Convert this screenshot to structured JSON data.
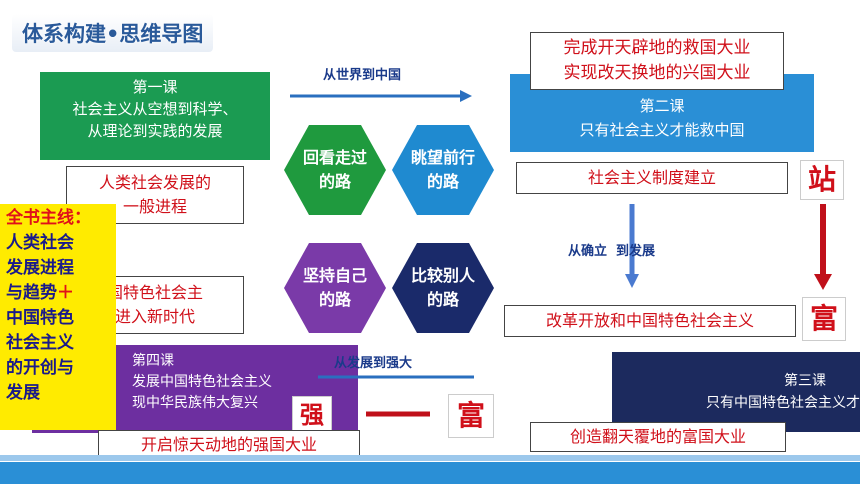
{
  "header": {
    "title": "体系构建•思维导图"
  },
  "lesson1": {
    "line1": "第一课",
    "line2": "社会主义从空想到科学、",
    "line3": "从理论到实践的发展"
  },
  "lesson1_note": {
    "line1": "人类社会发展的",
    "line2": "一般进程"
  },
  "lesson2": {
    "line1": "第二课",
    "line2": "只有社会主义才能救中国"
  },
  "lesson2_note": {
    "line1": "完成开天辟地的救国大业",
    "line2": "实现改天换地的兴国大业"
  },
  "system_note": "社会主义制度建立",
  "reform_note": "改革开放和中国特色社会主义",
  "lesson3": {
    "line1": "第三课",
    "line2": "只有中国特色社会主义才"
  },
  "lesson3_note": "创造翻天覆地的富国大业",
  "lesson4": {
    "line1": "第四课",
    "line2": "发展中国特色社会主义",
    "line3": "现中华民族伟大复兴"
  },
  "lesson4_note": "开启惊天动地的强国大业",
  "era_note": {
    "line1": "国特色社会主",
    "line2": "进入新时代"
  },
  "hexagons": {
    "top_left": "回看走过的路",
    "top_right": "眺望前行的路",
    "bottom_left": "坚持自己的路",
    "bottom_right": "比较别人的路"
  },
  "arrows": {
    "world_to_china": "从世界到中国",
    "establish_to_develop": "从确立  到发展",
    "develop_to_strong": "从发展到强大"
  },
  "main_thread": {
    "label": "全书主线",
    "colon": "：",
    "line1": "人类社会",
    "line2": "发展进程",
    "line3": "与趋势",
    "plus": "＋",
    "line4": "中国特色",
    "line5": "社会主义",
    "line6": "的开创与",
    "line7": "发展"
  },
  "stages": {
    "stand": "站",
    "rich_right": "富",
    "strong": "强",
    "rich_left": "富"
  },
  "colors": {
    "green": "#1b9b52",
    "blue": "#2a8fd6",
    "purple": "#6d2fa0",
    "navy": "#1c2a5e",
    "hex_green": "#1f9a3e",
    "hex_blue": "#1f8ad0",
    "hex_purple": "#7a3aa8",
    "hex_navy": "#1a2a6a",
    "red": "#d0101a",
    "yellow": "#ffeb00"
  }
}
